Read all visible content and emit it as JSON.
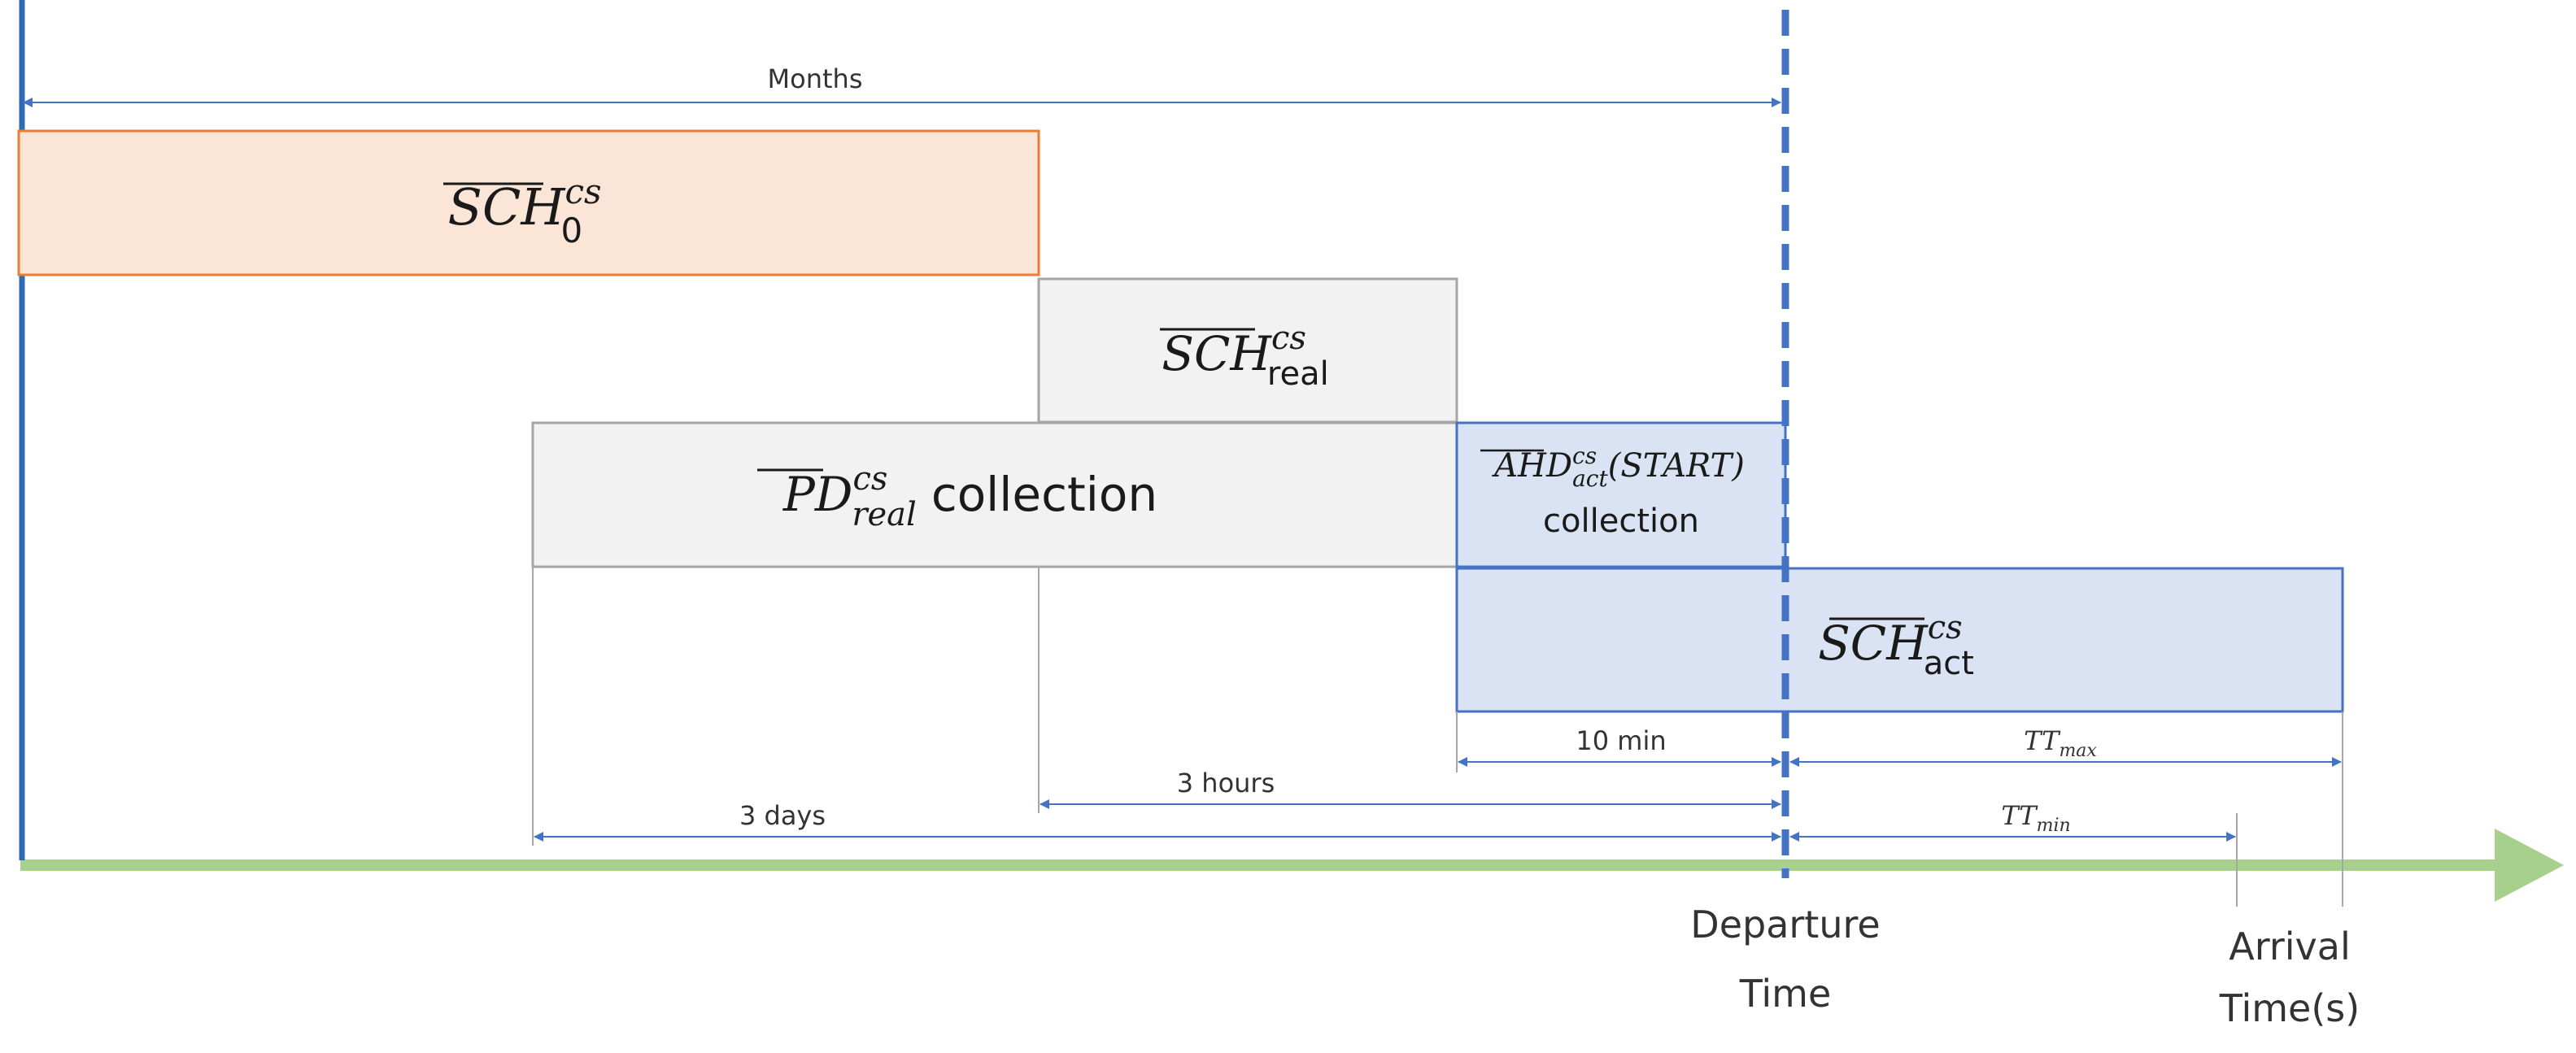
{
  "colors": {
    "blue_line": "#2e6bb5",
    "green_axis": "#a8d08d",
    "orange_fill": "#fbe5d6",
    "orange_stroke": "#ed7d31",
    "grey_fill": "#f2f2f2",
    "grey_stroke": "#a6a6a6",
    "blue_fill": "#dae3f3",
    "blue_stroke": "#4472c4",
    "dim_line": "#4472c4"
  },
  "boxes": {
    "sch0": {
      "base": "SCH",
      "sub": "0",
      "sup": "cs"
    },
    "sch_real": {
      "base": "SCH",
      "sub": "real",
      "sup": "cs"
    },
    "pd_real": {
      "base": "PD",
      "sub": "real",
      "sup": "cs",
      "suffix": "collection"
    },
    "ahd_act": {
      "base": "AHD",
      "sub": "act",
      "sup": "cs",
      "arg": "(START)",
      "line2": "collection"
    },
    "sch_act": {
      "base": "SCH",
      "sub": "act",
      "sup": "cs"
    }
  },
  "dimensions": {
    "months": "Months",
    "ten_min": "10 min",
    "tt_max": {
      "base": "TT",
      "sub": "max"
    },
    "three_hours": "3 hours",
    "three_days": "3 days",
    "tt_min": {
      "base": "TT",
      "sub": "min"
    }
  },
  "axis": {
    "departure_line1": "Departure",
    "departure_line2": "Time",
    "arrival_line1": "Arrival",
    "arrival_line2": "Time(s)"
  }
}
